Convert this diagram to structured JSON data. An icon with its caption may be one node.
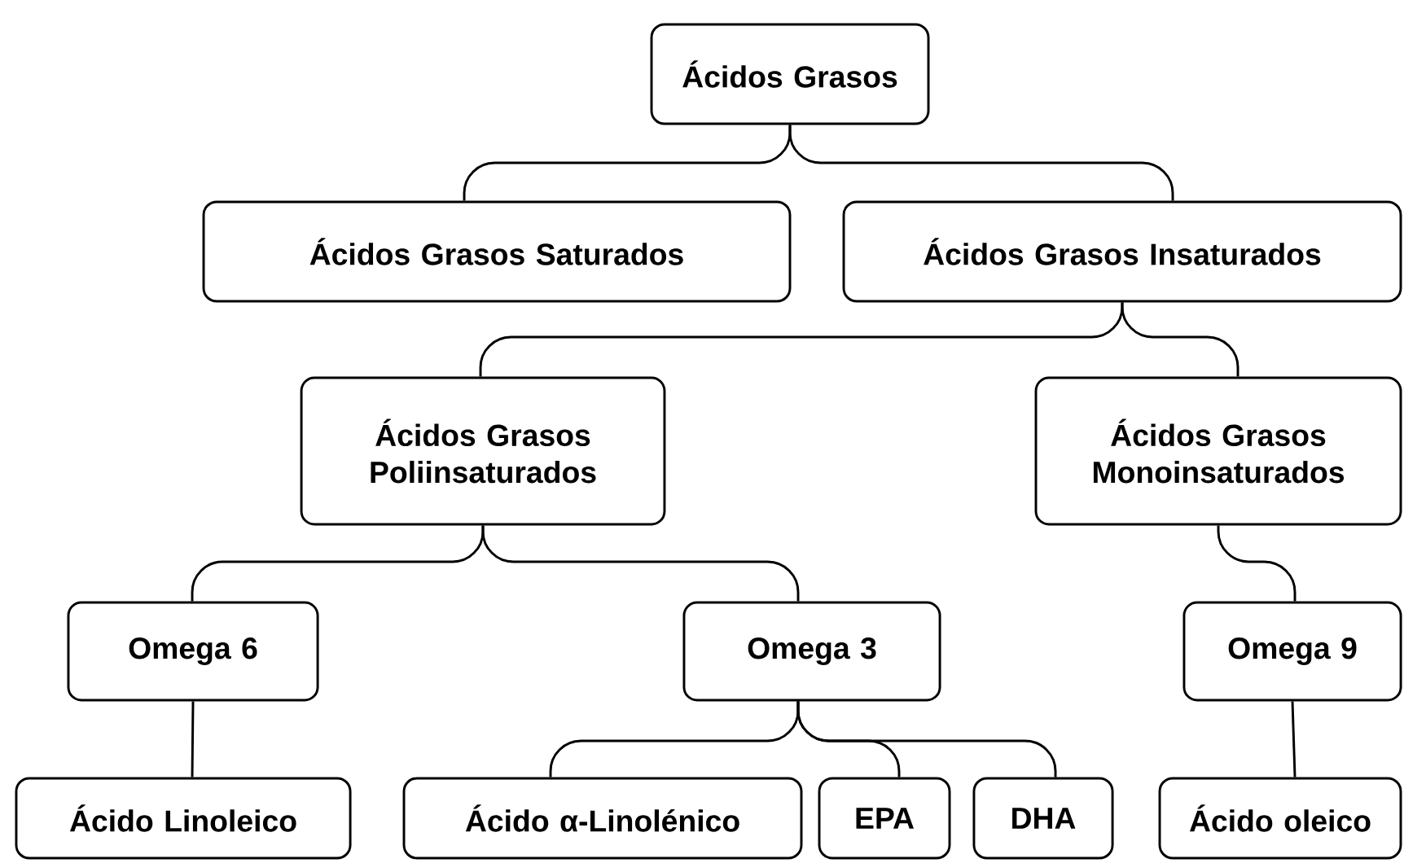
{
  "diagram": {
    "nodes": [
      {
        "text": [
          "Ácidos Grasos"
        ]
      },
      {
        "text": [
          "Ácidos Grasos Saturados"
        ]
      },
      {
        "text": [
          "Ácidos Grasos Insaturados"
        ]
      },
      {
        "text": [
          "Ácidos Grasos Poliinsaturados"
        ]
      },
      {
        "text": [
          "Ácidos Grasos Monoinsaturados"
        ]
      },
      {
        "text": [
          "Omega 6"
        ]
      },
      {
        "text": [
          "Omega 3"
        ]
      },
      {
        "text": [
          "Omega 9"
        ]
      },
      {
        "text": [
          "Ácido Linoleico"
        ]
      },
      {
        "text": [
          "Ácido α-Linolénico"
        ]
      },
      {
        "text": [
          "EPA"
        ]
      },
      {
        "text": [
          "DHA"
        ]
      },
      {
        "text": [
          "Ácido oleico"
        ]
      }
    ],
    "edges": [
      {
        "from": 0,
        "to": 1,
        "arrow": "none"
      },
      {
        "from": 0,
        "to": 2,
        "arrow": "none"
      },
      {
        "from": 2,
        "to": 3,
        "arrow": "none"
      },
      {
        "from": 2,
        "to": 4,
        "arrow": "none"
      },
      {
        "from": 3,
        "to": 5,
        "arrow": "none"
      },
      {
        "from": 3,
        "to": 6,
        "arrow": "none"
      },
      {
        "from": 4,
        "to": 7,
        "arrow": "none"
      },
      {
        "from": 5,
        "to": 8,
        "arrow": "none"
      },
      {
        "from": 6,
        "to": 9,
        "arrow": "none"
      },
      {
        "from": 6,
        "to": 10,
        "arrow": "none"
      },
      {
        "from": 6,
        "to": 11,
        "arrow": "none"
      },
      {
        "from": 7,
        "to": 12,
        "arrow": "none"
      }
    ]
  }
}
